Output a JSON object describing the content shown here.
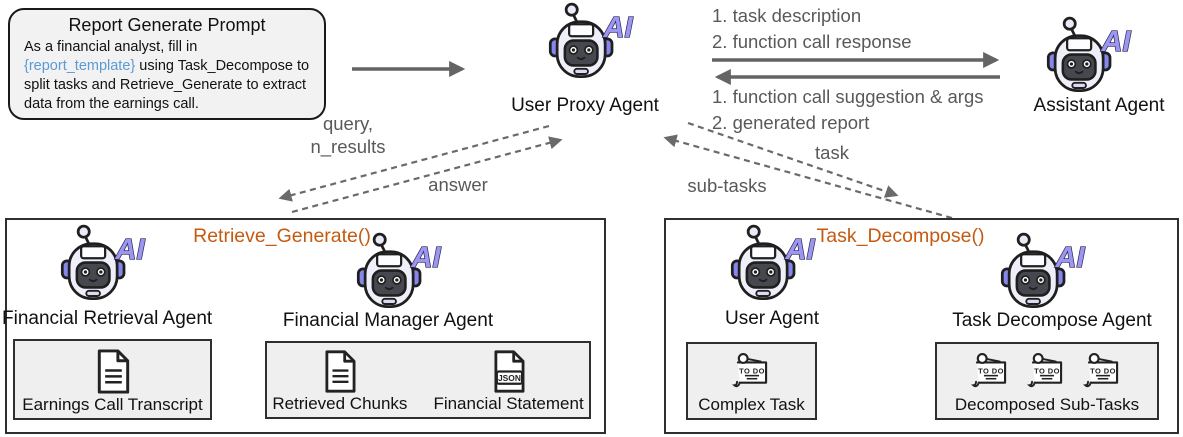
{
  "colors": {
    "function_orange": "#C55A11",
    "template_blue": "#5B9BD5",
    "annotation_gray": "#595959",
    "arrow_gray": "#646464",
    "box_fill_gray": "#EFEFEF"
  },
  "prompt_box": {
    "title": "Report Generate Prompt",
    "body_pre": "As a financial analyst, fill in ",
    "body_highlight": "{report_template}",
    "body_post": " using Task_Decompose to split tasks and Retrieve_Generate to extract data from the earnings call."
  },
  "agents": {
    "user_proxy": "User Proxy Agent",
    "assistant": "Assistant Agent",
    "financial_retrieval": "Financial Retrieval Agent",
    "financial_manager": "Financial Manager Agent",
    "user": "User Agent",
    "task_decompose": "Task Decompose Agent"
  },
  "messages": {
    "to_assistant": [
      "1. task description",
      "2. function call response"
    ],
    "from_assistant": [
      "1. function call suggestion & args",
      "2. generated report"
    ],
    "query_line1": "query,",
    "query_line2": "n_results",
    "answer": "answer",
    "task": "task",
    "subtasks": "sub-tasks"
  },
  "retrieve_generate": {
    "function_label": "Retrieve_Generate()",
    "transcript_label": "Earnings Call Transcript",
    "chunks_label": "Retrieved Chunks",
    "statement_label": "Financial Statement"
  },
  "task_decompose": {
    "function_label": "Task_Decompose()",
    "complex_task_label": "Complex Task",
    "subtasks_label": "Decomposed Sub-Tasks"
  },
  "icons": {
    "robot": "ai-robot-icon",
    "document": "document-icon",
    "json_file": "json-file-icon",
    "todo_list": "todo-list-icon",
    "ai_label": "AI",
    "json_label": "JSON",
    "todo_label": "TO DO"
  }
}
